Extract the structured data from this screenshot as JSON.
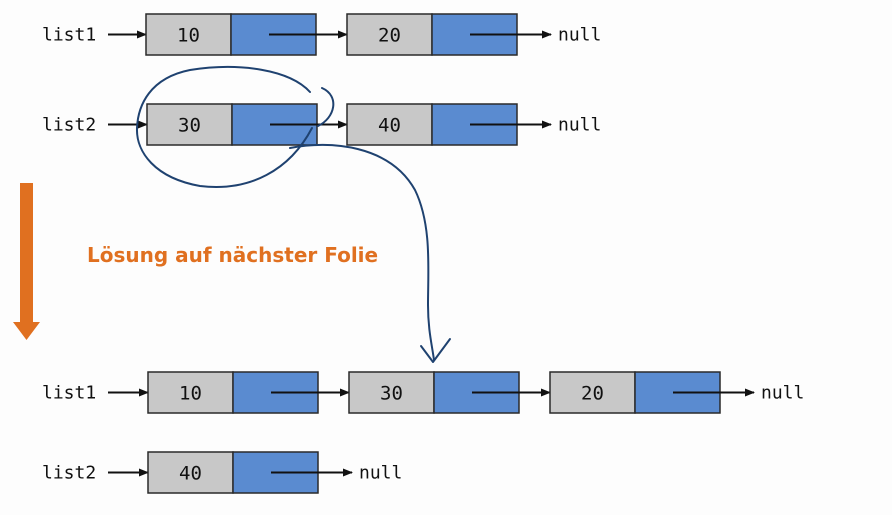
{
  "colors": {
    "value_cell": "#c8c8c8",
    "pointer_cell": "#5a8bd0",
    "border": "#2a2a2a",
    "arrow": "#111111",
    "accent_orange": "#e07020",
    "ink_annotation": "#1f4270"
  },
  "before": {
    "list1": {
      "label": "list1",
      "nodes": [
        "10",
        "20"
      ],
      "terminal": "null"
    },
    "list2": {
      "label": "list2",
      "nodes": [
        "30",
        "40"
      ],
      "terminal": "null"
    }
  },
  "transition": {
    "caption": "Lösung auf nächster Folie"
  },
  "after": {
    "list1": {
      "label": "list1",
      "nodes": [
        "10",
        "30",
        "20"
      ],
      "terminal": "null"
    },
    "list2": {
      "label": "list2",
      "nodes": [
        "40"
      ],
      "terminal": "null"
    }
  },
  "annotation": {
    "description": "hand-drawn circle around node 30 with curved arrow moving it between 10 and 20"
  }
}
